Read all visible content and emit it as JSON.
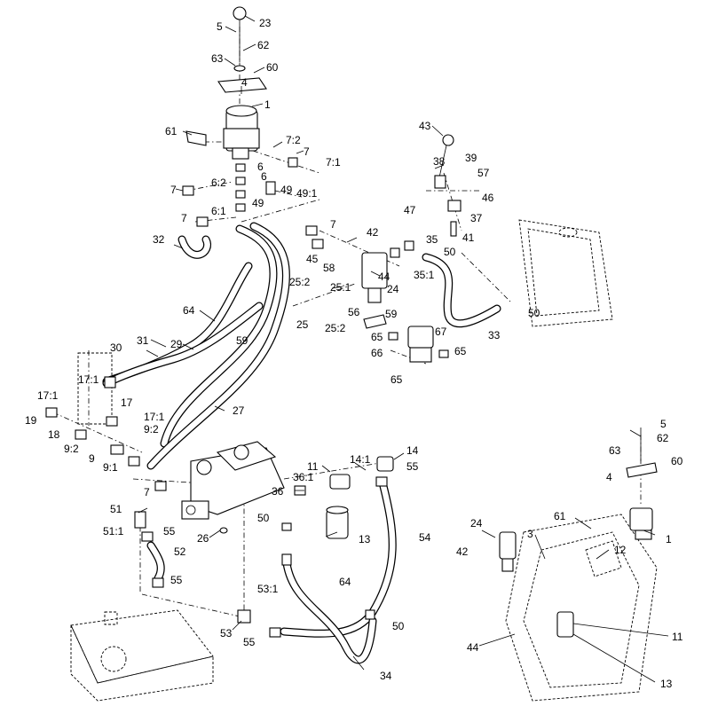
{
  "diagram": {
    "callouts": [
      {
        "id": "c-23",
        "text": "23"
      },
      {
        "id": "c-5a",
        "text": "5"
      },
      {
        "id": "c-62a",
        "text": "62"
      },
      {
        "id": "c-63a",
        "text": "63"
      },
      {
        "id": "c-60a",
        "text": "60"
      },
      {
        "id": "c-4a",
        "text": "4"
      },
      {
        "id": "c-1a",
        "text": "1"
      },
      {
        "id": "c-61a",
        "text": "61"
      },
      {
        "id": "c-7-2",
        "text": "7:2"
      },
      {
        "id": "c-7a",
        "text": "7"
      },
      {
        "id": "c-7-1",
        "text": "7:1"
      },
      {
        "id": "c-6-2",
        "text": "6:2"
      },
      {
        "id": "c-6a",
        "text": "6"
      },
      {
        "id": "c-6b",
        "text": "6"
      },
      {
        "id": "c-7b",
        "text": "7"
      },
      {
        "id": "c-49a",
        "text": "49"
      },
      {
        "id": "c-49-1",
        "text": "49:1"
      },
      {
        "id": "c-6-1",
        "text": "6:1"
      },
      {
        "id": "c-49b",
        "text": "49"
      },
      {
        "id": "c-7c",
        "text": "7"
      },
      {
        "id": "c-32",
        "text": "32"
      },
      {
        "id": "c-7d",
        "text": "7"
      },
      {
        "id": "c-42a",
        "text": "42"
      },
      {
        "id": "c-45",
        "text": "45"
      },
      {
        "id": "c-58",
        "text": "58"
      },
      {
        "id": "c-44a",
        "text": "44"
      },
      {
        "id": "c-24a",
        "text": "24"
      },
      {
        "id": "c-43",
        "text": "43"
      },
      {
        "id": "c-39",
        "text": "39"
      },
      {
        "id": "c-38",
        "text": "38"
      },
      {
        "id": "c-57",
        "text": "57"
      },
      {
        "id": "c-46",
        "text": "46"
      },
      {
        "id": "c-47",
        "text": "47"
      },
      {
        "id": "c-37",
        "text": "37"
      },
      {
        "id": "c-41",
        "text": "41"
      },
      {
        "id": "c-35",
        "text": "35"
      },
      {
        "id": "c-50a",
        "text": "50"
      },
      {
        "id": "c-35-1",
        "text": "35:1"
      },
      {
        "id": "c-50b",
        "text": "50"
      },
      {
        "id": "c-25-2a",
        "text": "25:2"
      },
      {
        "id": "c-25-1",
        "text": "25:1"
      },
      {
        "id": "c-56",
        "text": "56"
      },
      {
        "id": "c-25",
        "text": "25"
      },
      {
        "id": "c-25-2b",
        "text": "25:2"
      },
      {
        "id": "c-59a",
        "text": "59"
      },
      {
        "id": "c-64a",
        "text": "64"
      },
      {
        "id": "c-59b",
        "text": "59"
      },
      {
        "id": "c-33",
        "text": "33"
      },
      {
        "id": "c-65a",
        "text": "65"
      },
      {
        "id": "c-67",
        "text": "67"
      },
      {
        "id": "c-66",
        "text": "66"
      },
      {
        "id": "c-65b",
        "text": "65"
      },
      {
        "id": "c-65c",
        "text": "65"
      },
      {
        "id": "c-30",
        "text": "30"
      },
      {
        "id": "c-31",
        "text": "31"
      },
      {
        "id": "c-29",
        "text": "29"
      },
      {
        "id": "c-17-1a",
        "text": "17:1"
      },
      {
        "id": "c-27",
        "text": "27"
      },
      {
        "id": "c-17-1b",
        "text": "17:1"
      },
      {
        "id": "c-17",
        "text": "17"
      },
      {
        "id": "c-17-1c",
        "text": "17:1"
      },
      {
        "id": "c-19",
        "text": "19"
      },
      {
        "id": "c-18",
        "text": "18"
      },
      {
        "id": "c-9-2a",
        "text": "9:2"
      },
      {
        "id": "c-9-2b",
        "text": "9:2"
      },
      {
        "id": "c-9",
        "text": "9"
      },
      {
        "id": "c-9-1",
        "text": "9:1"
      },
      {
        "id": "c-7e",
        "text": "7"
      },
      {
        "id": "c-14-1",
        "text": "14:1"
      },
      {
        "id": "c-14",
        "text": "14"
      },
      {
        "id": "c-11a",
        "text": "11"
      },
      {
        "id": "c-55a",
        "text": "55"
      },
      {
        "id": "c-36-1",
        "text": "36:1"
      },
      {
        "id": "c-36",
        "text": "36"
      },
      {
        "id": "c-51",
        "text": "51"
      },
      {
        "id": "c-51-1",
        "text": "51:1"
      },
      {
        "id": "c-55b",
        "text": "55"
      },
      {
        "id": "c-26",
        "text": "26"
      },
      {
        "id": "c-50c",
        "text": "50"
      },
      {
        "id": "c-13a",
        "text": "13"
      },
      {
        "id": "c-54",
        "text": "54"
      },
      {
        "id": "c-52",
        "text": "52"
      },
      {
        "id": "c-55c",
        "text": "55"
      },
      {
        "id": "c-53-1",
        "text": "53:1"
      },
      {
        "id": "c-64b",
        "text": "64"
      },
      {
        "id": "c-53",
        "text": "53"
      },
      {
        "id": "c-55d",
        "text": "55"
      },
      {
        "id": "c-50d",
        "text": "50"
      },
      {
        "id": "c-34",
        "text": "34"
      },
      {
        "id": "c-5b",
        "text": "5"
      },
      {
        "id": "c-62b",
        "text": "62"
      },
      {
        "id": "c-63b",
        "text": "63"
      },
      {
        "id": "c-60b",
        "text": "60"
      },
      {
        "id": "c-4b",
        "text": "4"
      },
      {
        "id": "c-24b",
        "text": "24"
      },
      {
        "id": "c-61b",
        "text": "61"
      },
      {
        "id": "c-3",
        "text": "3"
      },
      {
        "id": "c-1b",
        "text": "1"
      },
      {
        "id": "c-42b",
        "text": "42"
      },
      {
        "id": "c-12",
        "text": "12"
      },
      {
        "id": "c-44b",
        "text": "44"
      },
      {
        "id": "c-11b",
        "text": "11"
      },
      {
        "id": "c-13b",
        "text": "13"
      }
    ]
  }
}
